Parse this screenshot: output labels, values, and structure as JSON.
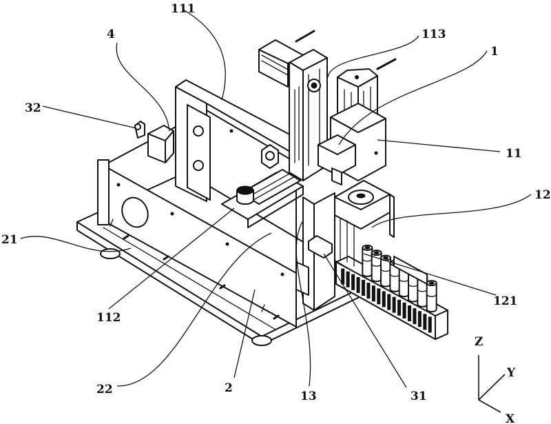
{
  "figure": {
    "type": "patent-drawing",
    "subject": "sample tube handling apparatus, isometric view",
    "colors": {
      "ink": "#111111",
      "paper": "#ffffff"
    }
  },
  "callouts": [
    {
      "id": "111",
      "label": "111",
      "part": "frame plate"
    },
    {
      "id": "4",
      "label": "4",
      "part": "bracket block"
    },
    {
      "id": "113",
      "label": "113",
      "part": "belt drive"
    },
    {
      "id": "1",
      "label": "1",
      "part": "gripper motor"
    },
    {
      "id": "32",
      "label": "32",
      "part": "sensor"
    },
    {
      "id": "11",
      "label": "11",
      "part": "motor housing"
    },
    {
      "id": "12",
      "label": "12",
      "part": "gripper head"
    },
    {
      "id": "121",
      "label": "121",
      "part": "tube rack"
    },
    {
      "id": "21",
      "label": "21",
      "part": "foot"
    },
    {
      "id": "112",
      "label": "112",
      "part": "slide mount"
    },
    {
      "id": "22",
      "label": "22",
      "part": "side panel"
    },
    {
      "id": "2",
      "label": "2",
      "part": "base"
    },
    {
      "id": "13",
      "label": "13",
      "part": "lift column"
    },
    {
      "id": "31",
      "label": "31",
      "part": "clamp"
    }
  ],
  "axes": {
    "z": "Z",
    "y": "Y",
    "x": "X"
  },
  "rack": {
    "tube_count": 8
  }
}
